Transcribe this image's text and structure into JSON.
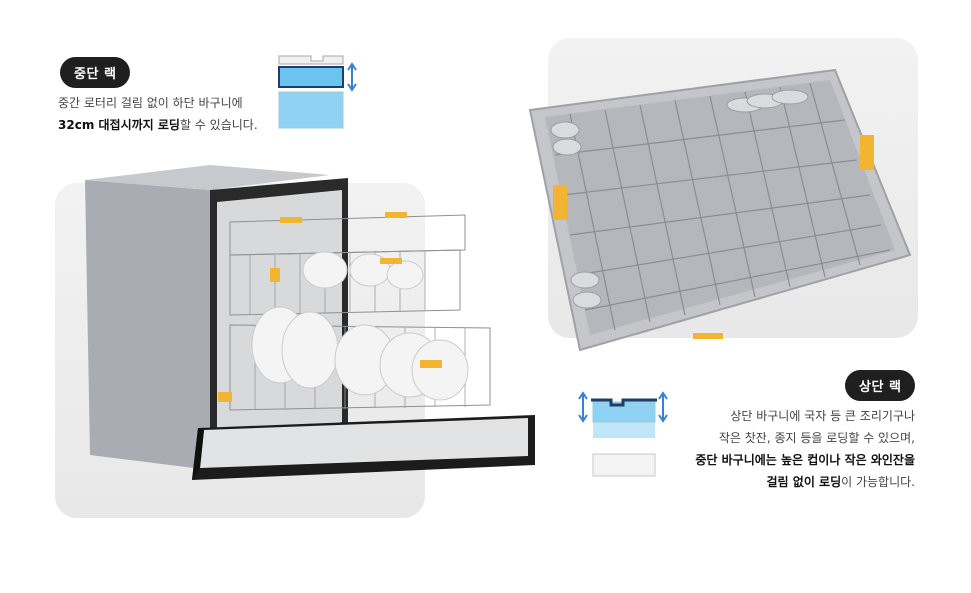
{
  "middle_rack": {
    "badge": "중단 랙",
    "desc_line1": "중간 로터리 걸림 없이 하단 바구니에",
    "desc_line2_bold": "32cm 대접시까지 로딩",
    "desc_line2_rest": "할 수 있습니다."
  },
  "upper_rack": {
    "badge": "상단 랙",
    "desc_line1": "상단 바구니에 국자 등 큰 조리기구나",
    "desc_line2": "작은 찻잔, 종지 등을 로딩할 수 있으며,",
    "desc_line3_bold": "중단 바구니에는 높은 컵이나 작은 와인잔을",
    "desc_line4_bold": "걸림 없이 로딩",
    "desc_line4_rest": "이 가능합니다."
  },
  "colors": {
    "accent_blue": "#6cc3f0",
    "accent_yellow": "#f2b532",
    "badge_bg": "#1f1f1f"
  }
}
